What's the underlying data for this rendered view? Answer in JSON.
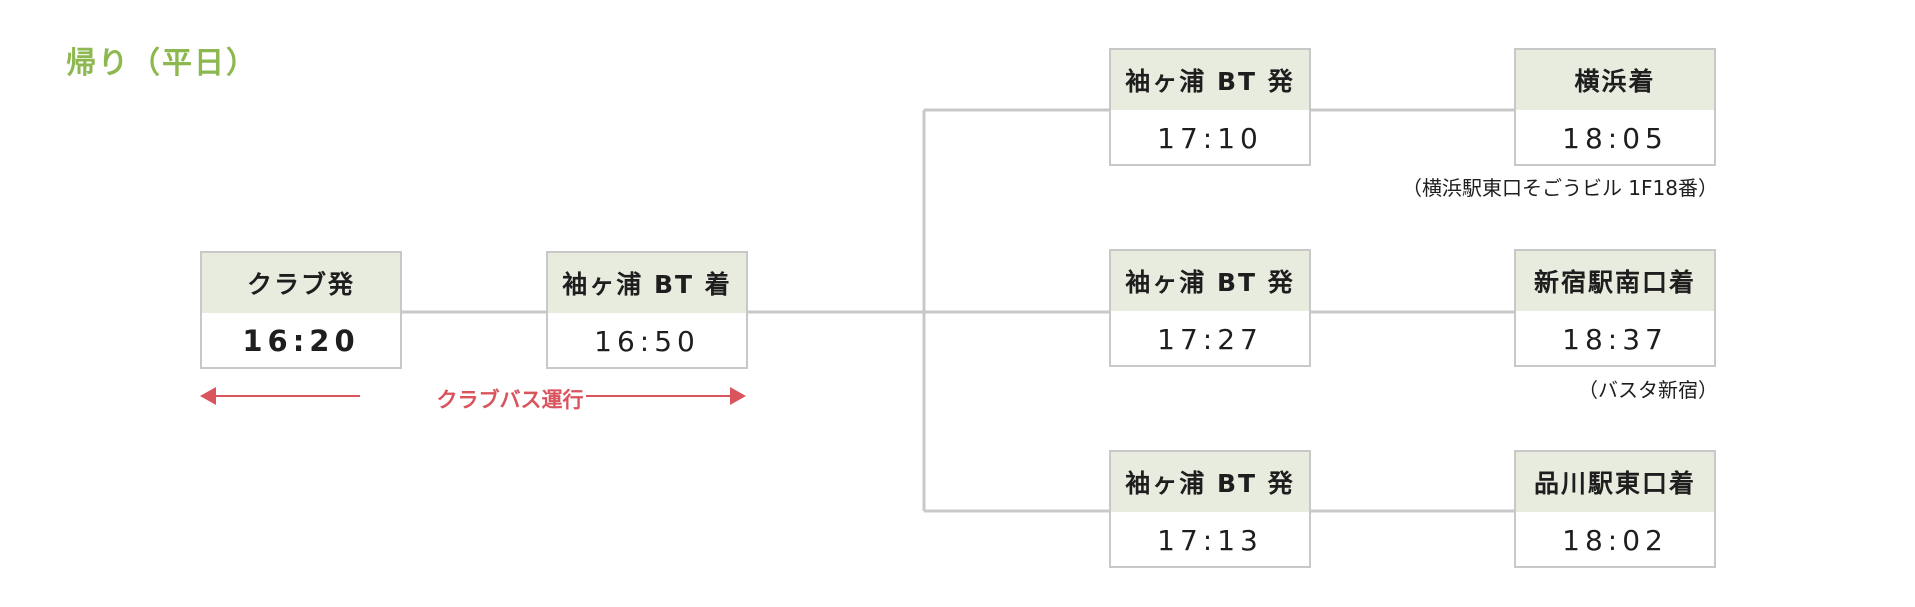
{
  "title": "帰り（平日）",
  "bus_label": "クラブバス運行",
  "club_dep": {
    "label": "クラブ発",
    "time": "16:20"
  },
  "bt_arr": {
    "label": "袖ヶ浦 BT 着",
    "time": "16:50"
  },
  "routes": [
    {
      "dep_label": "袖ヶ浦 BT 発",
      "dep_time": "17:10",
      "arr_label": "横浜着",
      "arr_time": "18:05",
      "note": "（横浜駅東口そごうビル 1F18番）"
    },
    {
      "dep_label": "袖ヶ浦 BT 発",
      "dep_time": "17:27",
      "arr_label": "新宿駅南口着",
      "arr_time": "18:37",
      "note": "（バスタ新宿）"
    },
    {
      "dep_label": "袖ヶ浦 BT 発",
      "dep_time": "17:13",
      "arr_label": "品川駅東口着",
      "arr_time": "18:02",
      "note": ""
    }
  ],
  "colors": {
    "title": "#8db84f",
    "header_bg": "#e8ecdf",
    "arrow": "#d9545d",
    "line": "#c8c8c8"
  }
}
